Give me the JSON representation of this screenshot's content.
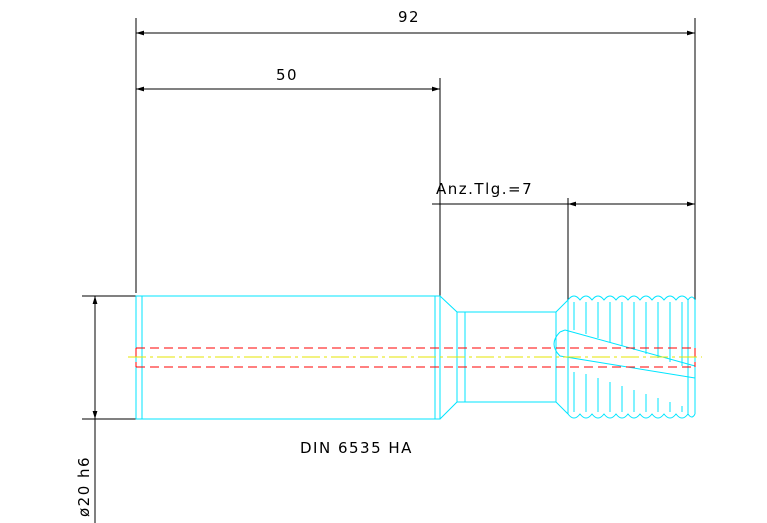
{
  "drawing": {
    "dim_total": "92",
    "dim_shank": "50",
    "thread_count": "Anz.Tlg.=7",
    "standard": "DIN 6535 HA",
    "diameter": "ø20 h6",
    "colors": {
      "outline": "#00e5ff",
      "dimension": "#000000",
      "coolant_bore": "#ff0000",
      "centerline": "#e6e600"
    }
  }
}
